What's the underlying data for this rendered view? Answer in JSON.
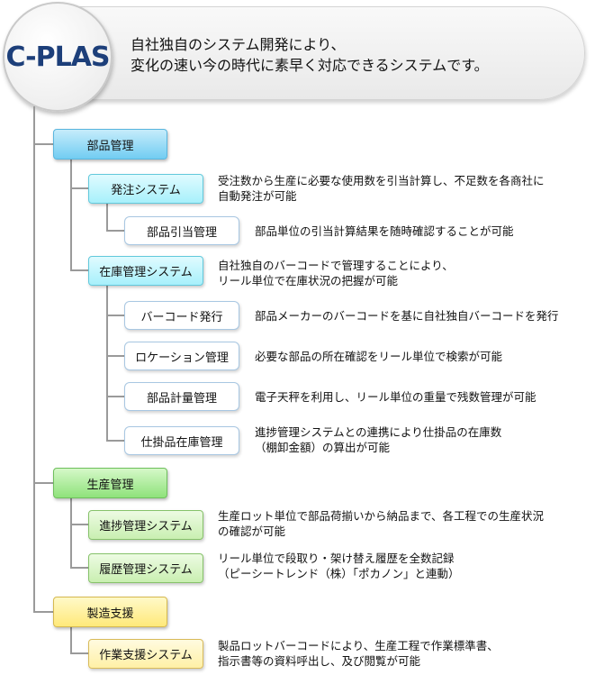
{
  "header": {
    "logo": "C-PLAS",
    "tagline_line1": "自社独自のシステム開発により、",
    "tagline_line2": "変化の速い今の時代に素早く対応できるシステムです。"
  },
  "parts": {
    "label": "部品管理",
    "order": {
      "label": "発注システム",
      "desc1": "受注数から生産に必要な使用数を引当計算し、不足数を各商社に",
      "desc2": "自動発注が可能",
      "allocation": {
        "label": "部品引当管理",
        "desc": "部品単位の引当計算結果を随時確認することが可能"
      }
    },
    "inventory": {
      "label": "在庫管理システム",
      "desc1": "自社独自のバーコードで管理することにより、",
      "desc2": "リール単位で在庫状況の把握が可能",
      "barcode": {
        "label": "バーコード発行",
        "desc": "部品メーカーのバーコードを基に自社独自バーコードを発行"
      },
      "location": {
        "label": "ロケーション管理",
        "desc": "必要な部品の所在確認をリール単位で検索が可能"
      },
      "weighing": {
        "label": "部品計量管理",
        "desc": "電子天秤を利用し、リール単位の重量で残数管理が可能"
      },
      "wip": {
        "label": "仕掛品在庫管理",
        "desc1": "進捗管理システムとの連携により仕掛品の在庫数",
        "desc2": "（棚卸金額）の算出が可能"
      }
    }
  },
  "production": {
    "label": "生産管理",
    "progress": {
      "label": "進捗管理システム",
      "desc1": "生産ロット単位で部品荷揃いから納品まで、各工程での生産状況",
      "desc2": "の確認が可能"
    },
    "history": {
      "label": "履歴管理システム",
      "desc1": "リール単位で段取り・架け替え履歴を全数記録",
      "desc2": "（ピーシートレンド（株）「ポカノン」と連動）"
    }
  },
  "manufacturing": {
    "label": "製造支援",
    "work": {
      "label": "作業支援システム",
      "desc1": "製品ロットバーコードにより、生産工程で作業標準書、",
      "desc2": "指示書等の資料呼出し、及び閲覧が可能"
    }
  },
  "colors": {
    "category_blue": "#72cdf2",
    "category_green": "#8fe27b",
    "category_yellow": "#ffe97a",
    "logo_text": "#1d3f7a",
    "connector": "#9a9a9a"
  }
}
